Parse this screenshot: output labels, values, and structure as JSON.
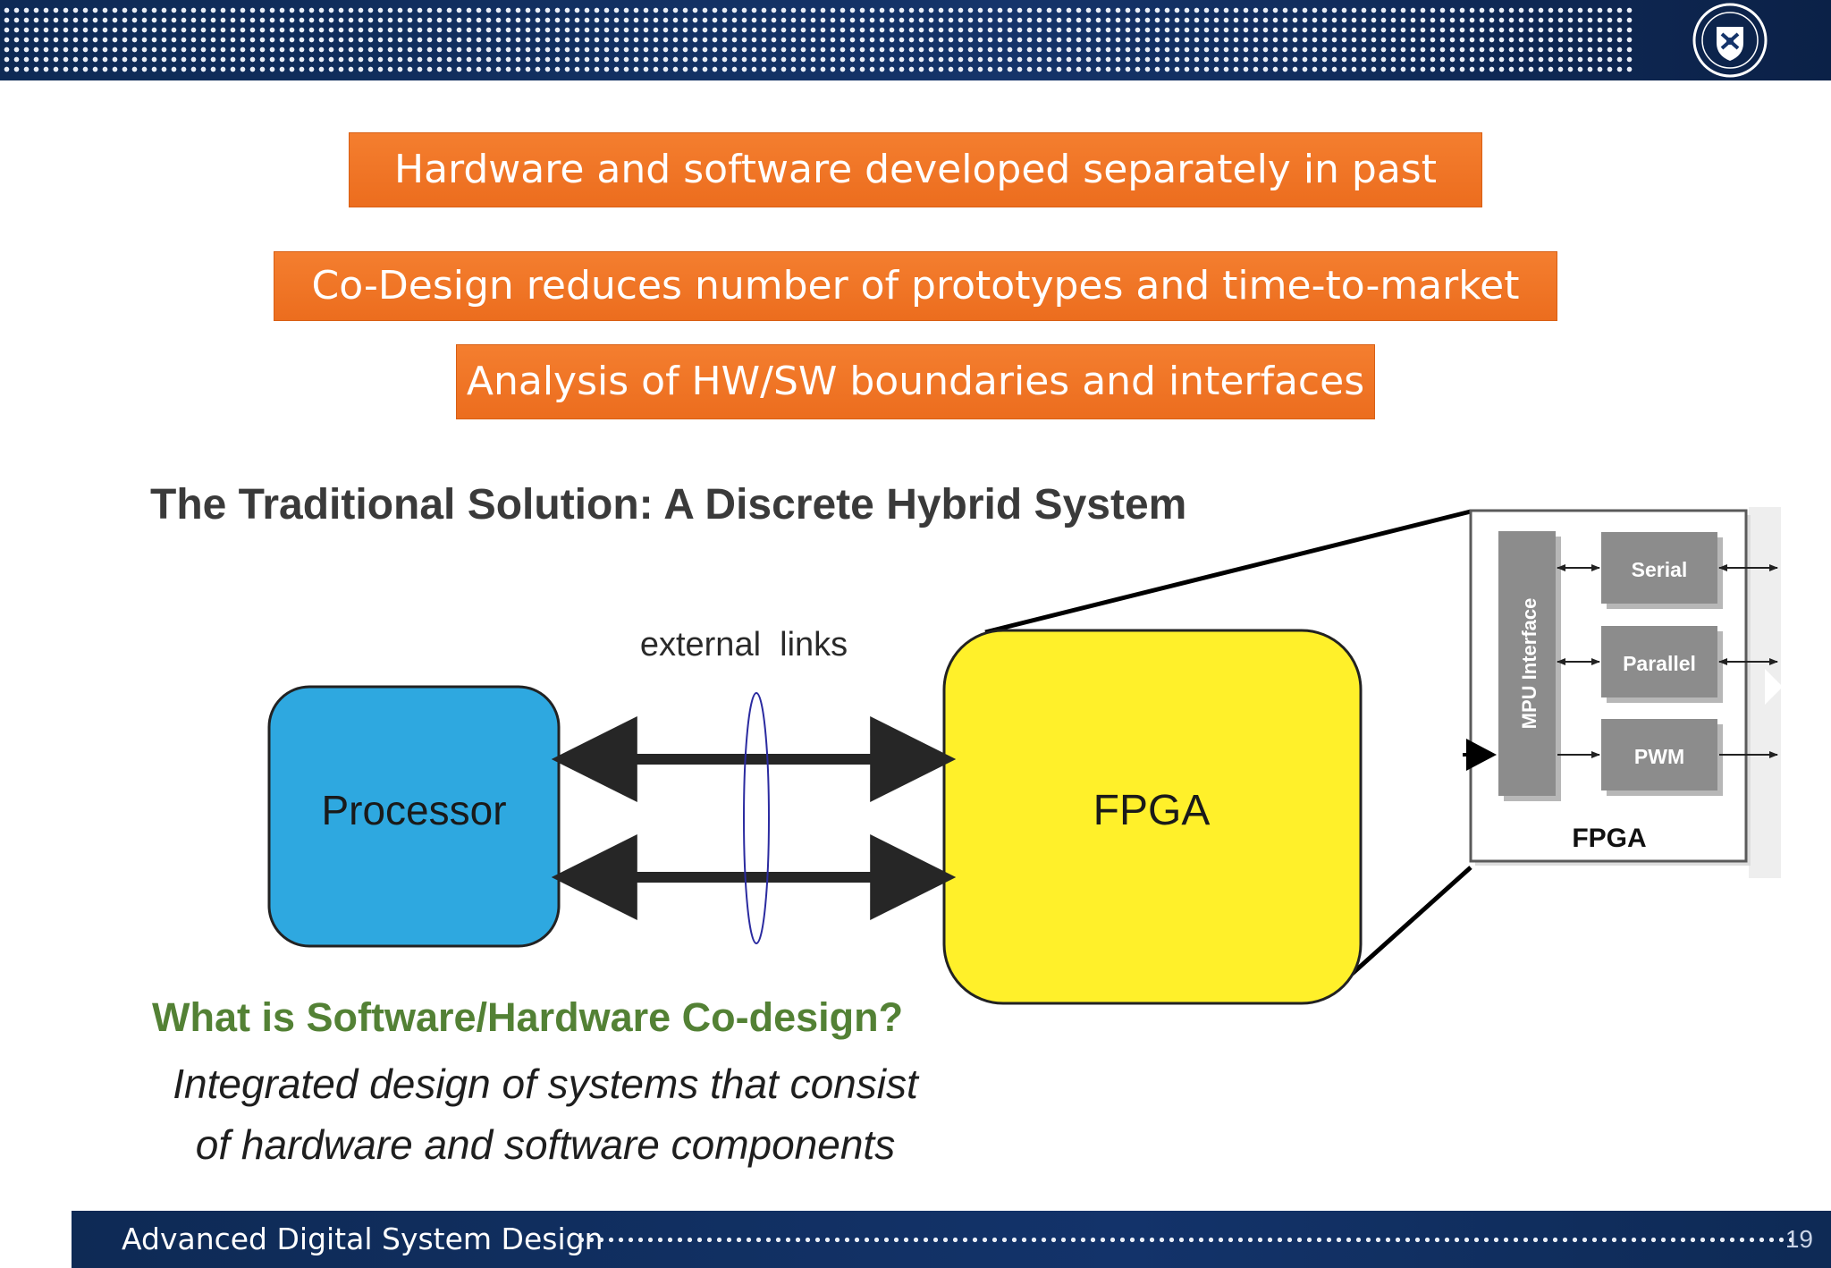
{
  "colors": {
    "banner": "#0e2a55",
    "callout": "#ef7224",
    "processor": "#2ea8e0",
    "fpga": "#fff02a",
    "question": "#538135",
    "interface_block": "#8c8c8c"
  },
  "header": {
    "logo_icon": "university-seal-icon"
  },
  "callouts": [
    "Hardware and software developed separately in past",
    "Co-Design reduces number of prototypes and time-to-market",
    "Analysis of HW/SW boundaries and interfaces"
  ],
  "section_title": "The Traditional Solution: A Discrete Hybrid System",
  "diagram": {
    "processor_label": "Processor",
    "fpga_label": "FPGA",
    "links_label": "external  links",
    "zoom": {
      "interface_label": "MPU Interface",
      "blocks": [
        "Serial",
        "Parallel",
        "PWM"
      ],
      "fpga_label": "FPGA"
    }
  },
  "question": "What is Software/Hardware Co-design?",
  "definition": [
    "Integrated design of systems that consist",
    "of hardware and software components"
  ],
  "footer": {
    "title": "Advanced Digital System Design",
    "page_number": "19"
  }
}
